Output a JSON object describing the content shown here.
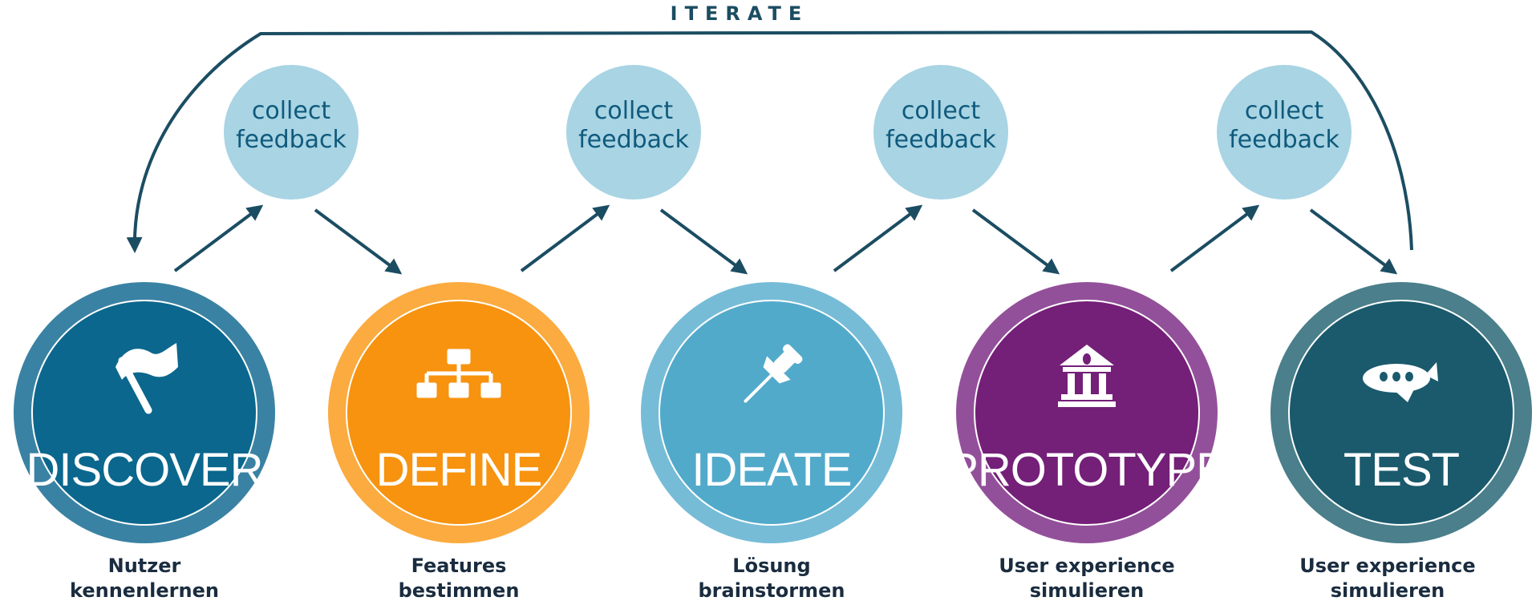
{
  "loop": {
    "label": "ITERATE"
  },
  "feedback": [
    {
      "line1": "collect",
      "line2": "feedback"
    },
    {
      "line1": "collect",
      "line2": "feedback"
    },
    {
      "line1": "collect",
      "line2": "feedback"
    },
    {
      "line1": "collect",
      "line2": "feedback"
    }
  ],
  "stages": [
    {
      "title": "DISCOVER",
      "icon": "flag-icon",
      "caption1": "Nutzer",
      "caption2": "kennenlernen",
      "color": "#0b678d",
      "ring": "#3a82a3"
    },
    {
      "title": "DEFINE",
      "icon": "hierarchy-icon",
      "caption1": "Features",
      "caption2": "bestimmen",
      "color": "#f7930f",
      "ring": "#fbab3f"
    },
    {
      "title": "IDEATE",
      "icon": "pushpin-icon",
      "caption1": "Lösung",
      "caption2": "brainstormen",
      "color": "#52aacb",
      "ring": "#77bcd7"
    },
    {
      "title": "PROTOTYPE",
      "icon": "building-icon",
      "caption1": "User experience",
      "caption2": "simulieren",
      "color": "#741f78",
      "ring": "#93509a"
    },
    {
      "title": "TEST",
      "icon": "airplane-icon",
      "caption1": "User experience",
      "caption2": "simulieren",
      "color": "#1a5a6c",
      "ring": "#4a7f8b"
    }
  ],
  "colors": {
    "arrow": "#1b4d62",
    "feedback_circle": "#a8d4e4",
    "feedback_text": "#0f5a7c",
    "caption_text": "#1a2c3f"
  }
}
